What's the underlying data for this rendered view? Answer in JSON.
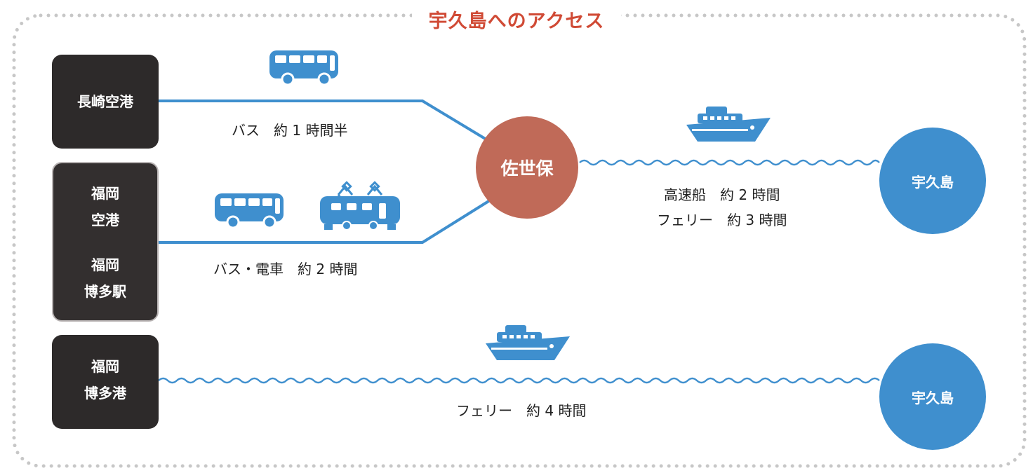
{
  "title": "宇久島へのアクセス",
  "nodes": {
    "nagasaki_airport": "長崎空港",
    "fukuoka_airport_l1": "福岡",
    "fukuoka_airport_l2": "空港",
    "fukuoka_hakata_station_l1": "福岡",
    "fukuoka_hakata_station_l2": "博多駅",
    "fukuoka_hakata_port_l1": "福岡",
    "fukuoka_hakata_port_l2": "博多港"
  },
  "hubs": {
    "sasebo": "佐世保",
    "ukujima_1": "宇久島",
    "ukujima_2": "宇久島"
  },
  "routes": {
    "nagasaki_to_sasebo": "バス　約 1 時間半",
    "fukuoka_to_sasebo": "バス・電車　約 2 時間",
    "sasebo_highspeed": "高速船　約 2 時間",
    "sasebo_ferry": "フェリー　約 3 時間",
    "hakata_ferry": "フェリー　約 4 時間"
  },
  "icons": [
    "bus-icon",
    "bus-icon",
    "train-icon",
    "ship-icon",
    "ship-icon"
  ],
  "colors": {
    "route_line": "#3f8fce",
    "node_bg": "#2d2a2a",
    "sasebo": "#c06a58",
    "ukujima": "#3f8fce",
    "title": "#d04a35",
    "border_dots": "#c7c7c7"
  }
}
